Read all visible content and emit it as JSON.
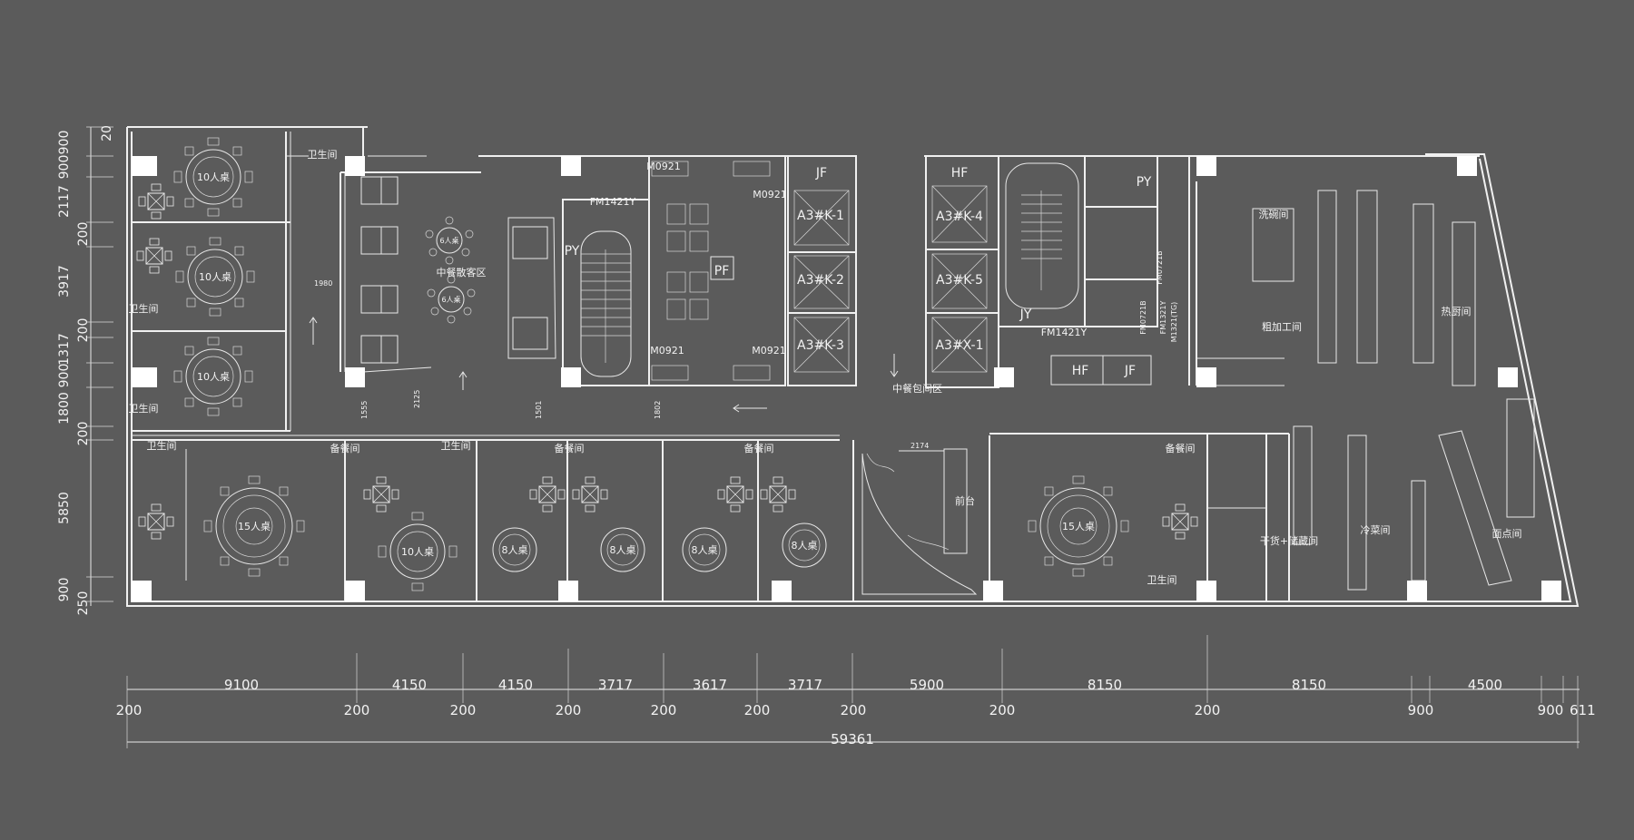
{
  "plan": {
    "bottom_dims": [
      "9100",
      "4150",
      "4150",
      "3717",
      "3617",
      "3717",
      "5900",
      "8150",
      "8150",
      "4500"
    ],
    "mid_dims": [
      "200",
      "200",
      "200",
      "200",
      "200",
      "200",
      "200",
      "200",
      "200",
      "900",
      "900",
      "611"
    ],
    "total_dim": "59361",
    "left_dims": [
      "900",
      "900",
      "2117",
      "200",
      "3917",
      "200",
      "1317",
      "900",
      "1800",
      "200",
      "5850",
      "900",
      "250"
    ],
    "top_small_dim": "20",
    "tables": {
      "ten": "10人桌",
      "fifteen": "15人桌",
      "eight": "8人桌",
      "six": "6人桌"
    },
    "rooms": {
      "wc": "卫生间",
      "service": "备餐间",
      "hall": "中餐散客区",
      "private_area": "中餐包间区",
      "reception": "前台",
      "dish_wash": "洗碗间",
      "prep": "粗加工间",
      "hot_kitchen": "热厨间",
      "cold_dish": "冷菜间",
      "pastry": "面点间",
      "dry_storage": "干货+储藏间",
      "backup": "备餐间"
    },
    "codes": {
      "fm1421y": "FM1421Y",
      "m0921": "M0921",
      "jf": "JF",
      "hf": "HF",
      "py": "PY",
      "pf": "PF",
      "jy": "JY",
      "a3k1": "A3#K-1",
      "a3k2": "A3#K-2",
      "a3k3": "A3#K-3",
      "a3k4": "A3#K-4",
      "a3k5": "A3#K-5",
      "a3x1": "A3#X-1",
      "fm0721b": "FM0721B",
      "fm1321y": "FM1321Y",
      "m1321": "M1321(TG)"
    },
    "misc_dims": {
      "d1980": "1980",
      "d2174": "2174",
      "d1555": "1555",
      "d1501": "1501",
      "d1802": "1802",
      "d2125": "2125"
    }
  }
}
